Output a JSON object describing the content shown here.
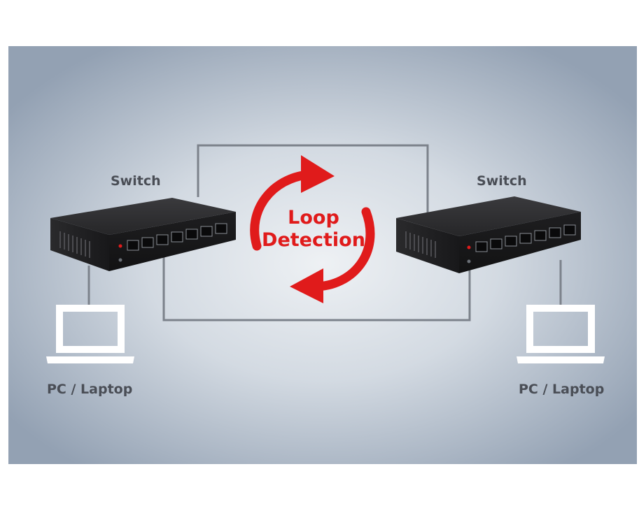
{
  "diagram": {
    "left_switch_label": "Switch",
    "right_switch_label": "Switch",
    "left_pc_label": "PC / Laptop",
    "right_pc_label": "PC / Laptop",
    "loop_title_line1": "Loop",
    "loop_title_line2": "Detection",
    "colors": {
      "background_center": "#e9edf1",
      "background_edge": "#95a2b5",
      "cable": "#7c828b",
      "accent_red": "#e01b1b",
      "switch_body": "#2b2b2d",
      "laptop": "#ffffff",
      "label_text": "#4a4e56"
    }
  }
}
